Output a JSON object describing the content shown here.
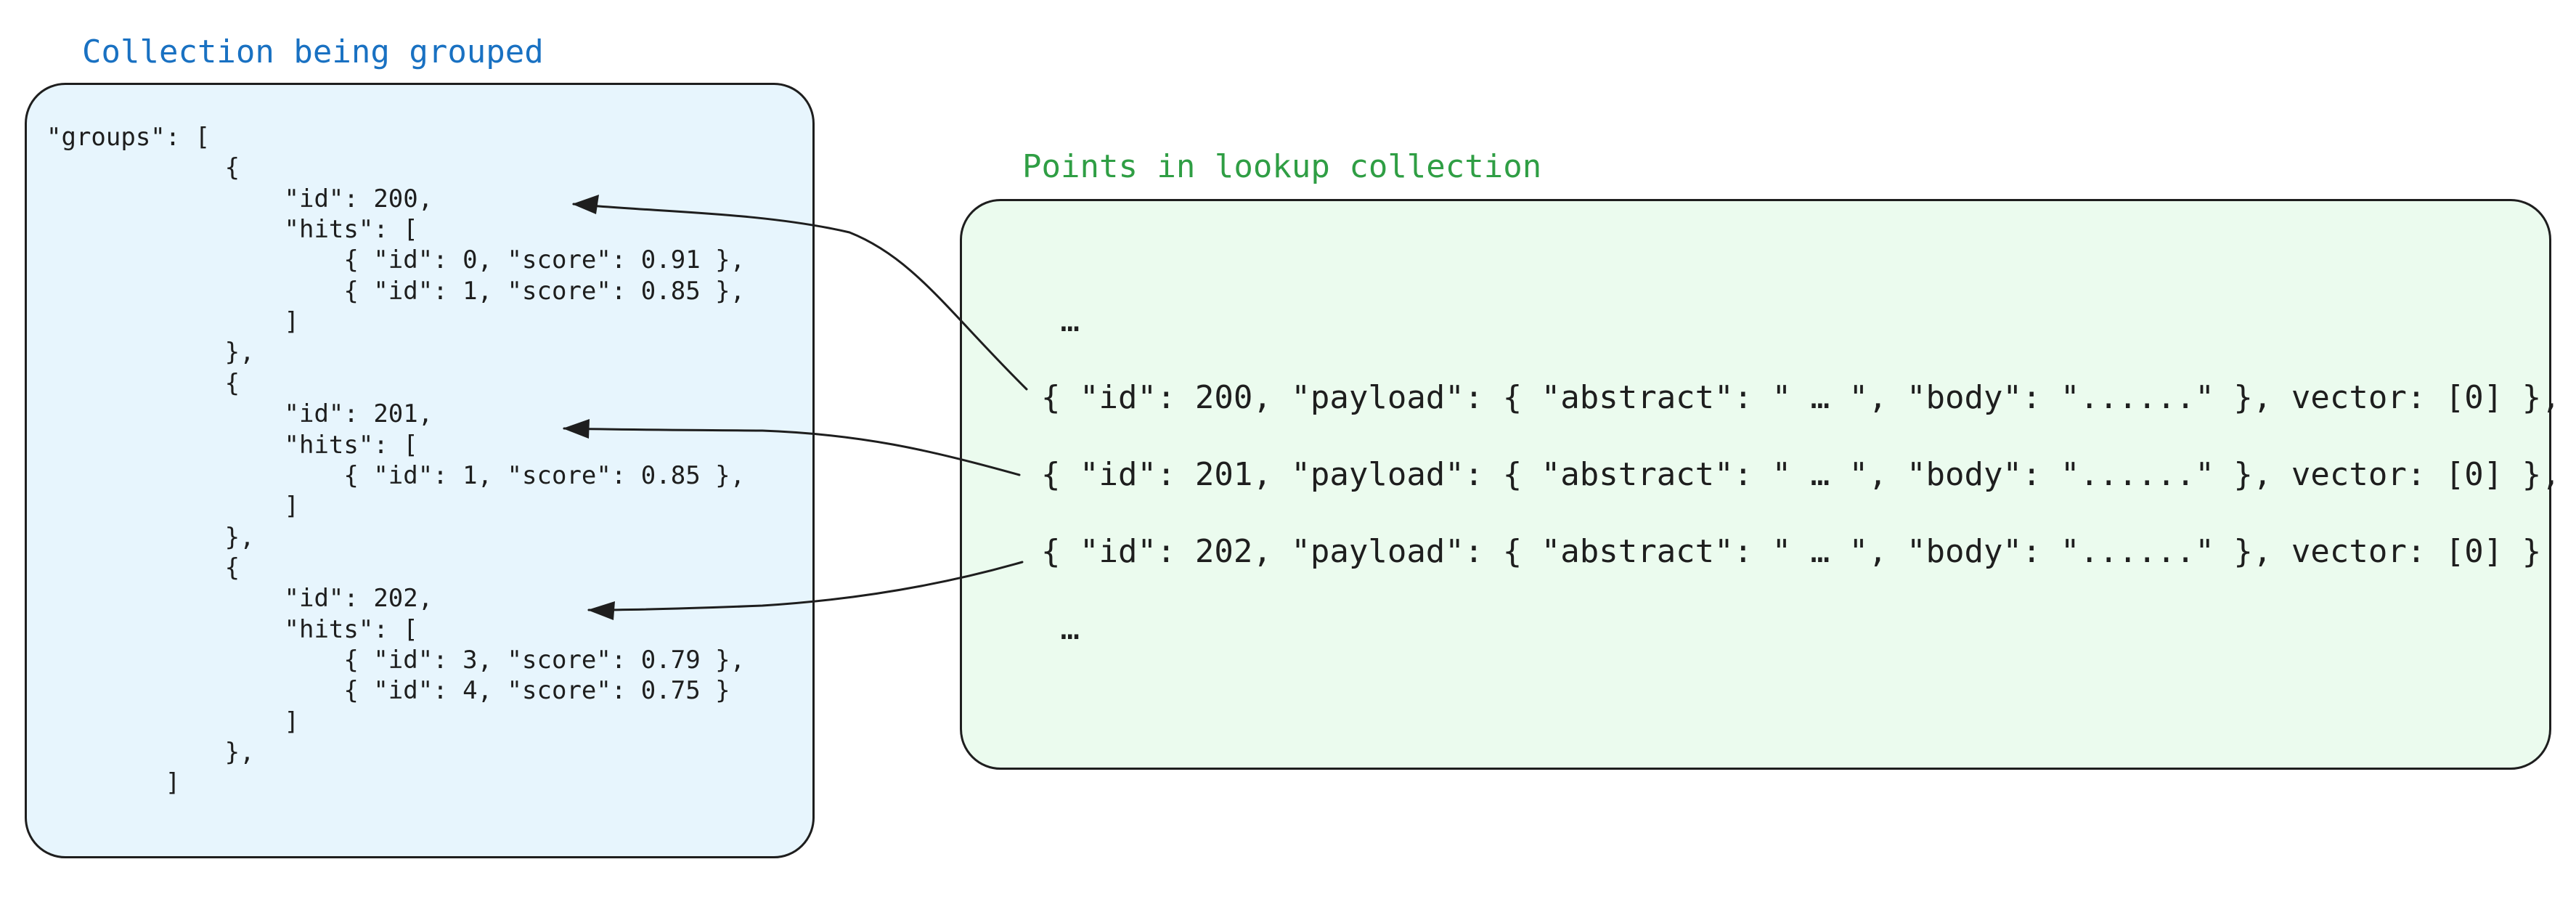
{
  "titles": {
    "left": "Collection being grouped",
    "right": "Points in lookup collection"
  },
  "left_code_lines": [
    "\"groups\": [",
    "            {",
    "                \"id\": 200,",
    "                \"hits\": [",
    "                    { \"id\": 0, \"score\": 0.91 },",
    "                    { \"id\": 1, \"score\": 0.85 },",
    "                ]",
    "            },",
    "            {",
    "                \"id\": 201,",
    "                \"hits\": [",
    "                    { \"id\": 1, \"score\": 0.85 },",
    "                ]",
    "            },",
    "            {",
    "                \"id\": 202,",
    "                \"hits\": [",
    "                    { \"id\": 3, \"score\": 0.79 },",
    "                    { \"id\": 4, \"score\": 0.75 }",
    "                ]",
    "            },",
    "        ]"
  ],
  "right_code_lines": [
    " …",
    "{ \"id\": 200, \"payload\": { \"abstract\": \" … \", \"body\": \"......\" }, vector: [0] },",
    "{ \"id\": 201, \"payload\": { \"abstract\": \" … \", \"body\": \"......\" }, vector: [0] },",
    "{ \"id\": 202, \"payload\": { \"abstract\": \" … \", \"body\": \"......\" }, vector: [0] }",
    " …"
  ],
  "colors": {
    "left_title": "#1971c2",
    "right_title": "#2f9e44",
    "left_box_fill": "#e7f5fd",
    "right_box_fill": "#ebfbee",
    "stroke": "#1e1e1e"
  }
}
